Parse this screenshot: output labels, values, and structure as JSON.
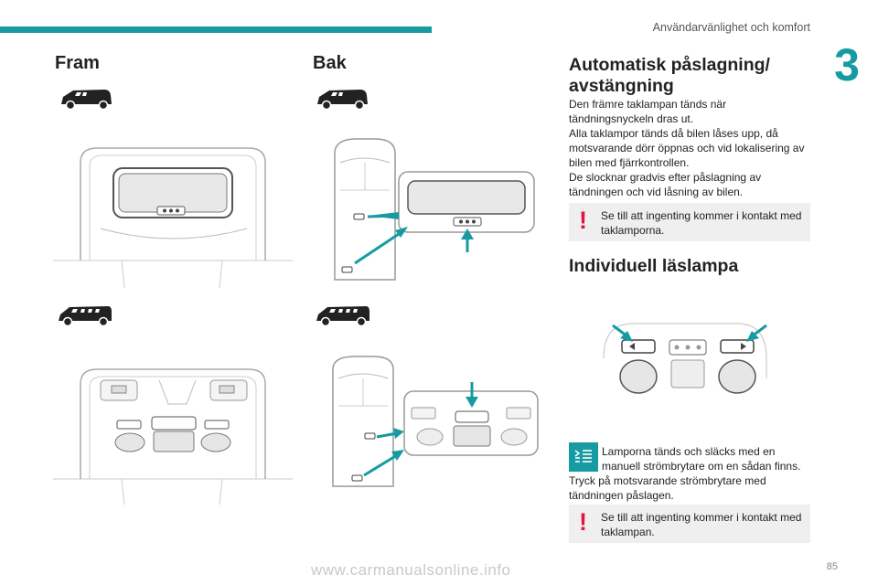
{
  "header": {
    "chapter_title": "Användarvänlighet och komfort",
    "chapter_number": "3",
    "page_number": "85"
  },
  "columns": {
    "front_label": "Fram",
    "rear_label": "Bak"
  },
  "section_auto": {
    "title": "Automatisk påslagning/ avstängning",
    "paragraphs": [
      "Den främre taklampan tänds när tändningsnyckeln dras ut.",
      "Alla taklampor tänds då bilen låses upp, då motsvarande dörr öppnas och vid lokalisering av bilen med fjärrkontrollen.",
      "De slocknar gradvis efter påslagning av tändningen och vid låsning av bilen."
    ],
    "warning": "Se till att ingenting kommer i kontakt med taklamporna."
  },
  "section_reading": {
    "title": "Individuell läslampa",
    "note_line1": "Lamporna tänds och släcks med en manuell strömbrytare om en sådan finns.",
    "note_line2": "Tryck på motsvarande strömbrytare med tändningen påslagen.",
    "warning": "Se till att ingenting kommer i kontakt med taklampan."
  },
  "watermark": "www.carmanualsonline.info",
  "icons": {
    "car_small": "van-short-icon",
    "car_long": "van-long-icon",
    "warning": "warning-exclamation-icon",
    "note": "note-info-icon"
  },
  "colors": {
    "accent": "#169ba3",
    "warning": "#e5133a",
    "box_bg": "#efefef"
  }
}
